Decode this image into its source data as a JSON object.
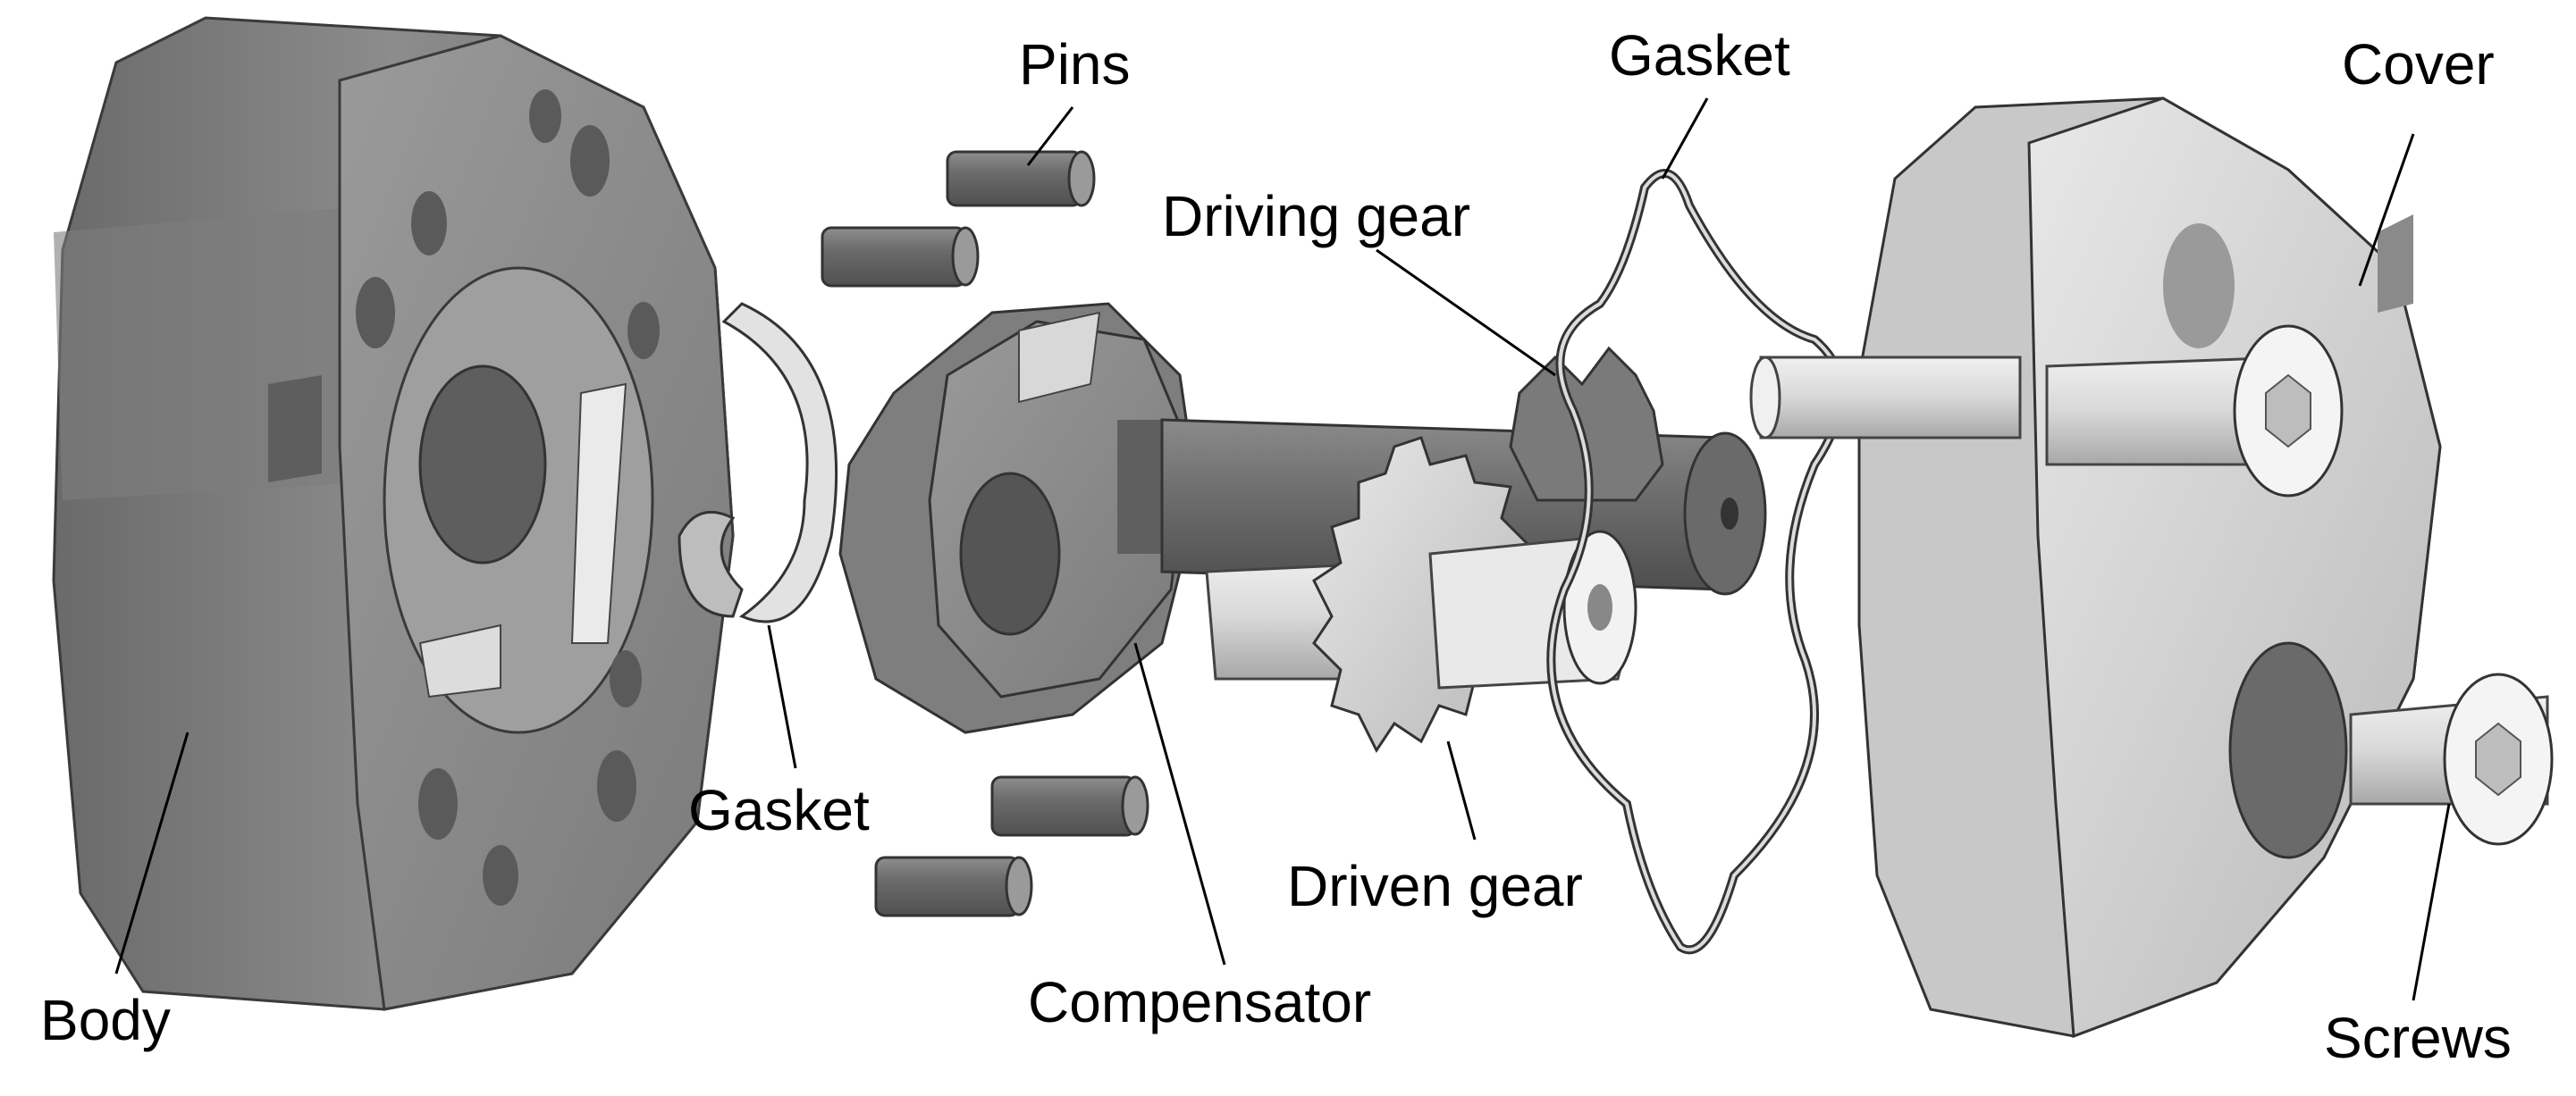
{
  "figure": {
    "background": "#ffffff",
    "part_colors": {
      "dark_metal": "#6e6e6e",
      "mid_metal": "#8a8a8a",
      "light_metal": "#b5b5b5",
      "highlight": "#e6e6e6",
      "edge": "#3a3a3a"
    },
    "labels": {
      "pins": "Pins",
      "gasket_top": "Gasket",
      "cover": "Cover",
      "driving_gear": "Driving gear",
      "gasket_left": "Gasket",
      "driven_gear": "Driven gear",
      "body": "Body",
      "compensator": "Compensator",
      "screws": "Screws"
    }
  }
}
